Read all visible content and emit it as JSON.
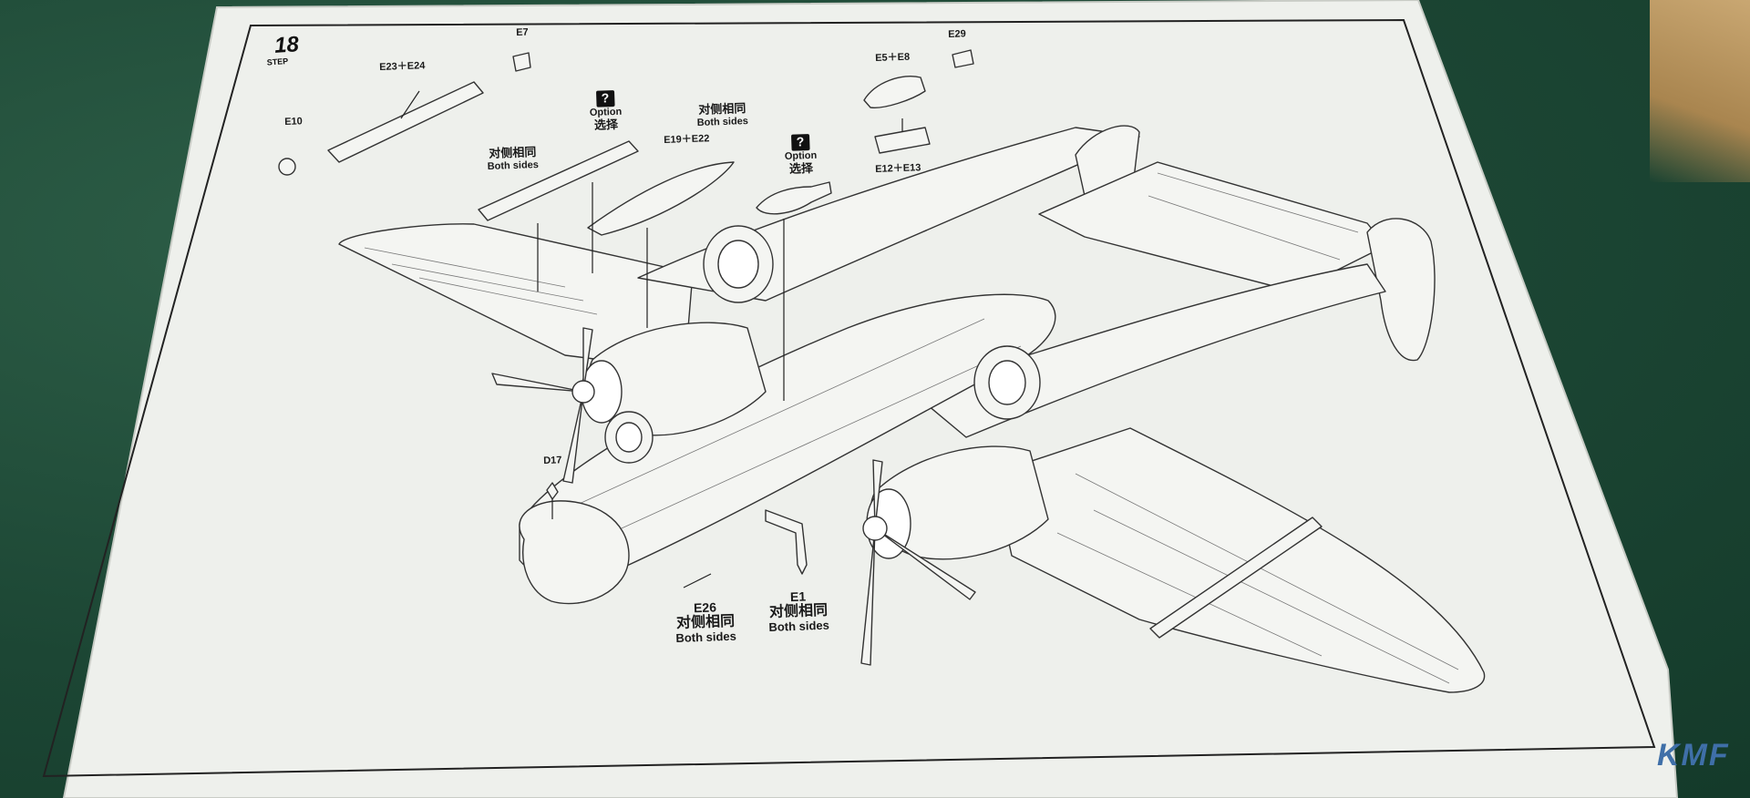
{
  "step": {
    "number": "18",
    "word": "STEP"
  },
  "labels": {
    "e7": "E7",
    "e23_e24": "E23＋E24",
    "e10": "E10",
    "option_1": {
      "mark": "?",
      "en": "Option",
      "cn": "选择"
    },
    "both_sides_1": {
      "cn": "对侧相同",
      "en": "Both sides"
    },
    "e19_e22": "E19＋E22",
    "both_sides_2": {
      "cn": "对侧相同",
      "en": "Both sides"
    },
    "option_2": {
      "mark": "?",
      "en": "Option",
      "cn": "选择"
    },
    "e5_e8": "E5＋E8",
    "e29": "E29",
    "e12_e13": "E12＋E13",
    "d17": "D17",
    "e26": {
      "part": "E26",
      "cn": "对侧相同",
      "en": "Both sides"
    },
    "e1": {
      "part": "E1",
      "cn": "对侧相同",
      "en": "Both sides"
    }
  },
  "watermark": {
    "text": "KMF"
  },
  "colors": {
    "paper": "#eef0ec",
    "mat": "#1f4a37",
    "ink": "#1a1a1a",
    "watermark": "#3f6fa8"
  }
}
